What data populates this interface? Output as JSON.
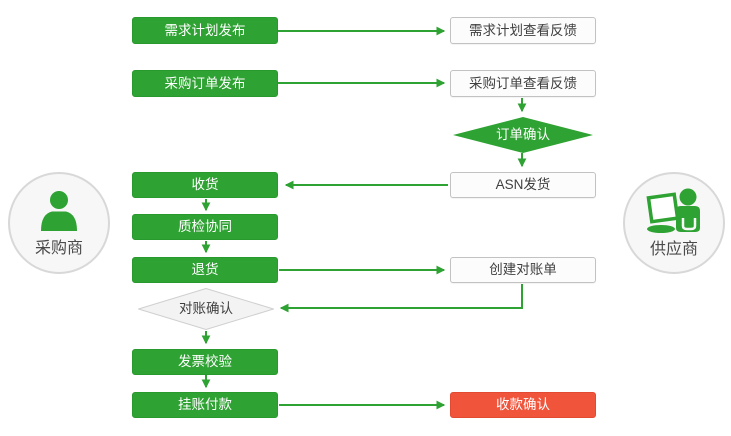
{
  "diagram_type": "procurement-collaboration-flowchart",
  "colors": {
    "process_green": "#2ea232",
    "highlight_red": "#f0553c",
    "plain_box_fill": "#fcfcfc",
    "plain_box_border": "#c2c2c2",
    "gray_diamond_fill": "#f3f3f3",
    "gray_diamond_border": "#cfcfcf",
    "dark_text": "#3f3f3f",
    "white_text": "#ffffff",
    "connector_green": "#2ea232"
  },
  "actors": {
    "buyer": {
      "label": "采购商",
      "icon": "user-icon"
    },
    "supplier": {
      "label": "供应商",
      "icon": "user-laptop-icon"
    }
  },
  "nodes": {
    "demand_plan_publish": {
      "label": "需求计划发布",
      "type": "process",
      "owner": "buyer"
    },
    "demand_plan_feedback": {
      "label": "需求计划查看反馈",
      "type": "process",
      "owner": "supplier"
    },
    "purchase_order_publish": {
      "label": "采购订单发布",
      "type": "process",
      "owner": "buyer"
    },
    "purchase_order_feedback": {
      "label": "采购订单查看反馈",
      "type": "process",
      "owner": "supplier"
    },
    "order_confirm": {
      "label": "订单确认",
      "type": "decision",
      "owner": "supplier"
    },
    "asn_ship": {
      "label": "ASN发货",
      "type": "process",
      "owner": "supplier"
    },
    "receive_goods": {
      "label": "收货",
      "type": "process",
      "owner": "buyer"
    },
    "quality_check": {
      "label": "质检协同",
      "type": "process",
      "owner": "buyer"
    },
    "return_goods": {
      "label": "退货",
      "type": "process",
      "owner": "buyer"
    },
    "create_statement": {
      "label": "创建对账单",
      "type": "process",
      "owner": "supplier"
    },
    "statement_confirm": {
      "label": "对账确认",
      "type": "decision",
      "owner": "buyer"
    },
    "invoice_check": {
      "label": "发票校验",
      "type": "process",
      "owner": "buyer"
    },
    "pay_on_account": {
      "label": "挂账付款",
      "type": "process",
      "owner": "buyer"
    },
    "receipt_confirm": {
      "label": "收款确认",
      "type": "process-highlight",
      "owner": "supplier"
    }
  },
  "edges": [
    {
      "from": "demand_plan_publish",
      "to": "demand_plan_feedback"
    },
    {
      "from": "purchase_order_publish",
      "to": "purchase_order_feedback"
    },
    {
      "from": "purchase_order_feedback",
      "to": "order_confirm"
    },
    {
      "from": "order_confirm",
      "to": "asn_ship"
    },
    {
      "from": "asn_ship",
      "to": "receive_goods"
    },
    {
      "from": "receive_goods",
      "to": "quality_check"
    },
    {
      "from": "quality_check",
      "to": "return_goods"
    },
    {
      "from": "return_goods",
      "to": "create_statement"
    },
    {
      "from": "create_statement",
      "to": "statement_confirm"
    },
    {
      "from": "statement_confirm",
      "to": "invoice_check"
    },
    {
      "from": "invoice_check",
      "to": "pay_on_account"
    },
    {
      "from": "pay_on_account",
      "to": "receipt_confirm"
    }
  ]
}
